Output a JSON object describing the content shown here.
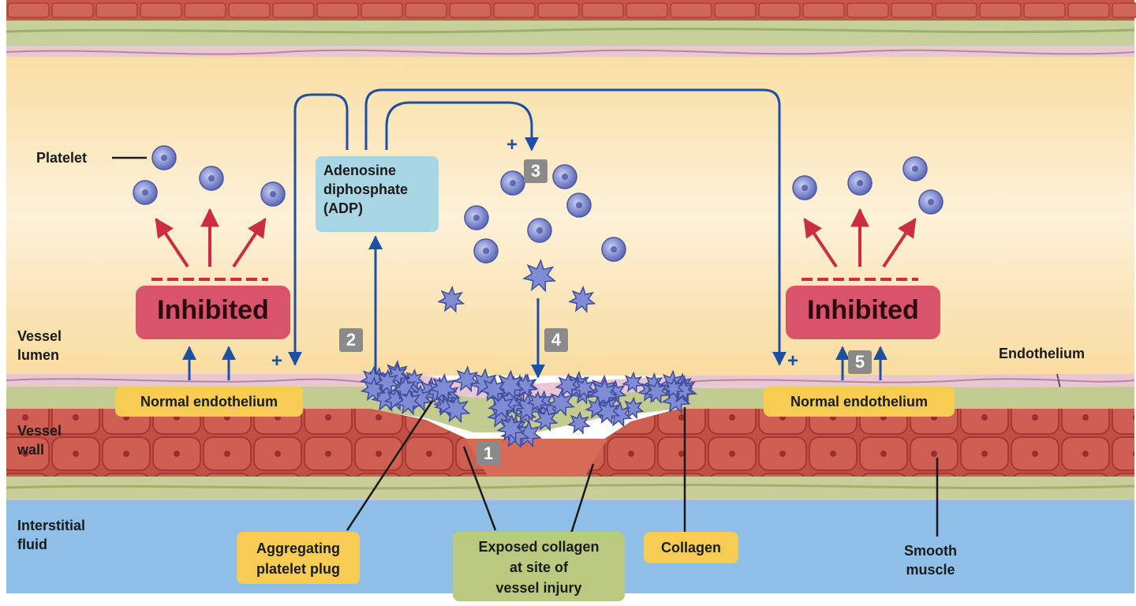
{
  "labels": {
    "platelet": "Platelet",
    "vessel_lumen": "Vessel\nlumen",
    "vessel_wall": "Vessel\nwall",
    "interstitial_fluid": "Interstitial\nfluid",
    "endothelium": "Endothelium",
    "smooth_muscle": "Smooth\nmuscle"
  },
  "boxes": {
    "adp": "Adenosine\ndiphosphate\n(ADP)",
    "inhibited_left": "Inhibited",
    "inhibited_right": "Inhibited",
    "normal_endothelium_left": "Normal endothelium",
    "normal_endothelium_right": "Normal endothelium",
    "aggregating_plug": "Aggregating\nplatelet plug",
    "exposed_collagen": "Exposed collagen\nat site of\nvessel injury",
    "collagen": "Collagen"
  },
  "steps": {
    "s1": "1",
    "s2": "2",
    "s3": "3",
    "s4": "4",
    "s5": "5"
  },
  "signs": {
    "plus": "+"
  },
  "colors": {
    "lumen": "#fbe3b0",
    "wall_muscle": "#c8574a",
    "interstitial": "#8fbfe6",
    "arrow_blue": "#1e4fa0",
    "arrow_red": "#cc2e40",
    "platelet": "#7b86cc",
    "inhibited": "#d9546b"
  }
}
